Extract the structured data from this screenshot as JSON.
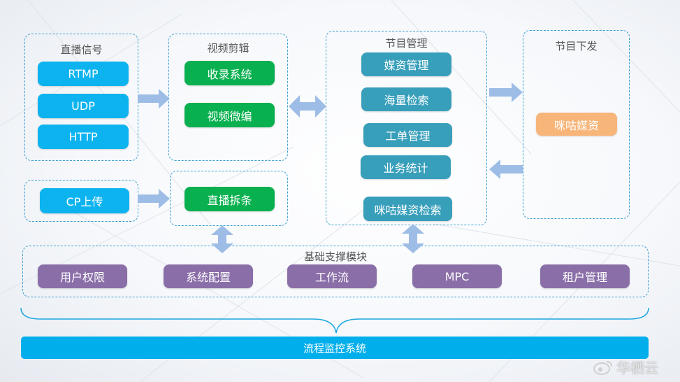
{
  "groups": {
    "live_signal": {
      "title": "直播信号",
      "items": [
        "RTMP",
        "UDP",
        "HTTP"
      ]
    },
    "video_edit": {
      "title": "视频剪辑",
      "items": [
        "收录系统",
        "视频微编"
      ]
    },
    "program_mgmt": {
      "title": "节目管理",
      "items": [
        "媒资管理",
        "海量检索",
        "工单管理",
        "业务统计",
        "咪咕媒资检索"
      ]
    },
    "program_dist": {
      "title": "节目下发",
      "items": [
        "咪咕媒资"
      ]
    },
    "cp_upload": {
      "items": [
        "CP上传"
      ]
    },
    "live_split": {
      "items": [
        "直播拆条"
      ]
    },
    "base_support": {
      "title": "基础支撑模块",
      "items": [
        "用户权限",
        "系统配置",
        "工作流",
        "MPC",
        "租户管理"
      ]
    }
  },
  "bottom_bar": "流程监控系统",
  "watermark": "华栖云",
  "colors": {
    "dashed_border": "#3d9fd0",
    "blue": "#0db3ef",
    "green": "#08b04f",
    "teal": "#389fbb",
    "orange": "#f8b57a",
    "purple": "#8a6ea8",
    "arrow": "#9dbde6"
  }
}
